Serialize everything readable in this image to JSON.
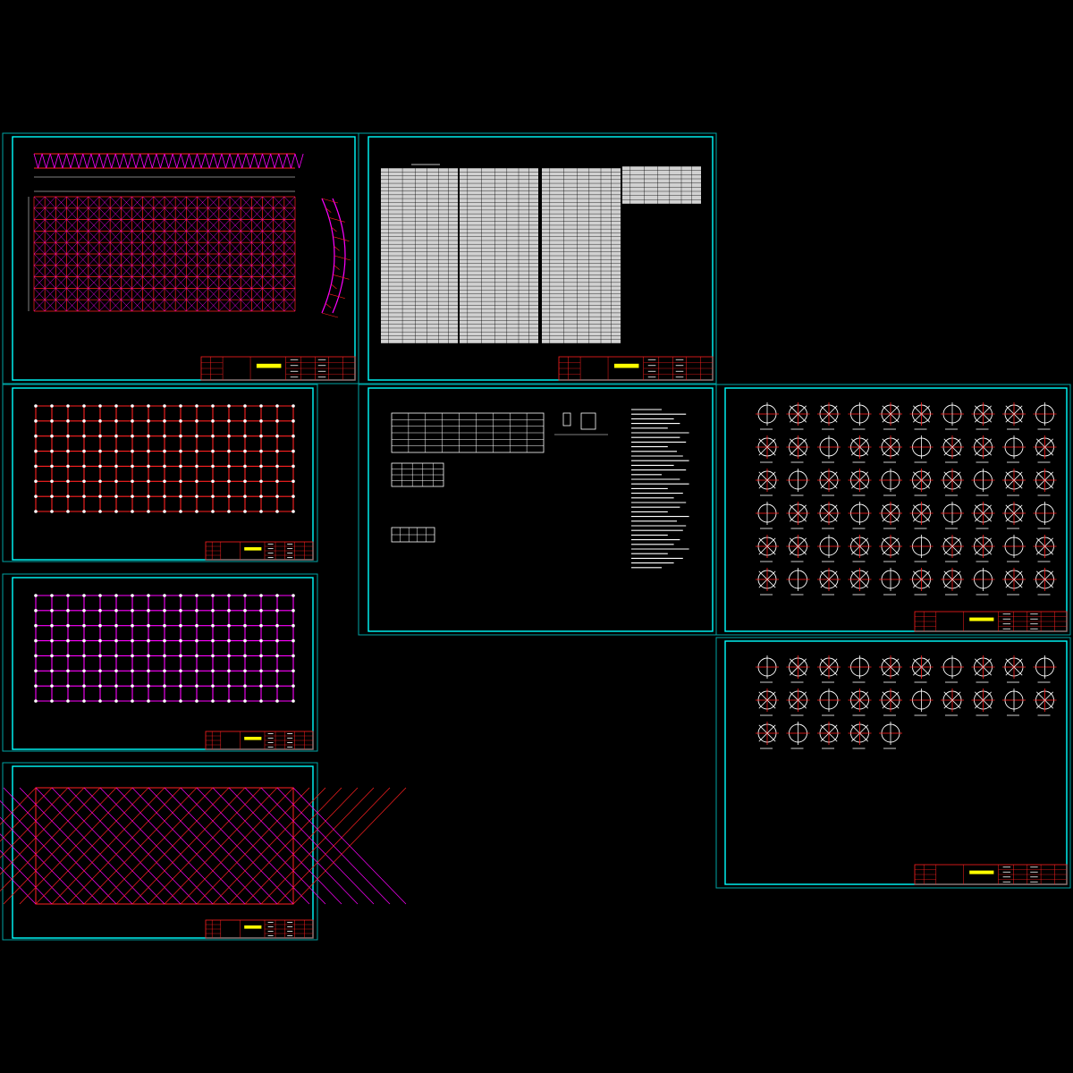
{
  "drawing_set": {
    "background": "#000000",
    "colors": {
      "frame_outer": "#00a3a3",
      "frame_inner": "#00ffff",
      "member_red": "#ff2020",
      "member_magenta": "#ff00ff",
      "text_white": "#ffffff",
      "titleblock_fill": "#ffff00"
    },
    "sheets": [
      {
        "id": "sheet-1",
        "content": "truss-elevation-and-space-frame-plan",
        "has_title_label": true
      },
      {
        "id": "sheet-2",
        "content": "member-schedule-tables",
        "has_title_label": true
      },
      {
        "id": "sheet-3",
        "content": "upper-chord-grid",
        "has_title_label": true
      },
      {
        "id": "sheet-4",
        "content": "lower-chord-grid",
        "has_title_label": true
      },
      {
        "id": "sheet-5",
        "content": "diagonal-web-pattern",
        "has_title_label": true
      },
      {
        "id": "sheet-6",
        "content": "bolt-ball-schedule-and-notes",
        "has_title_label": false
      },
      {
        "id": "sheet-7",
        "content": "node-details-1",
        "node_count": 60,
        "has_title_label": true
      },
      {
        "id": "sheet-8",
        "content": "node-details-2",
        "node_count": 25,
        "has_title_label": true
      }
    ]
  }
}
